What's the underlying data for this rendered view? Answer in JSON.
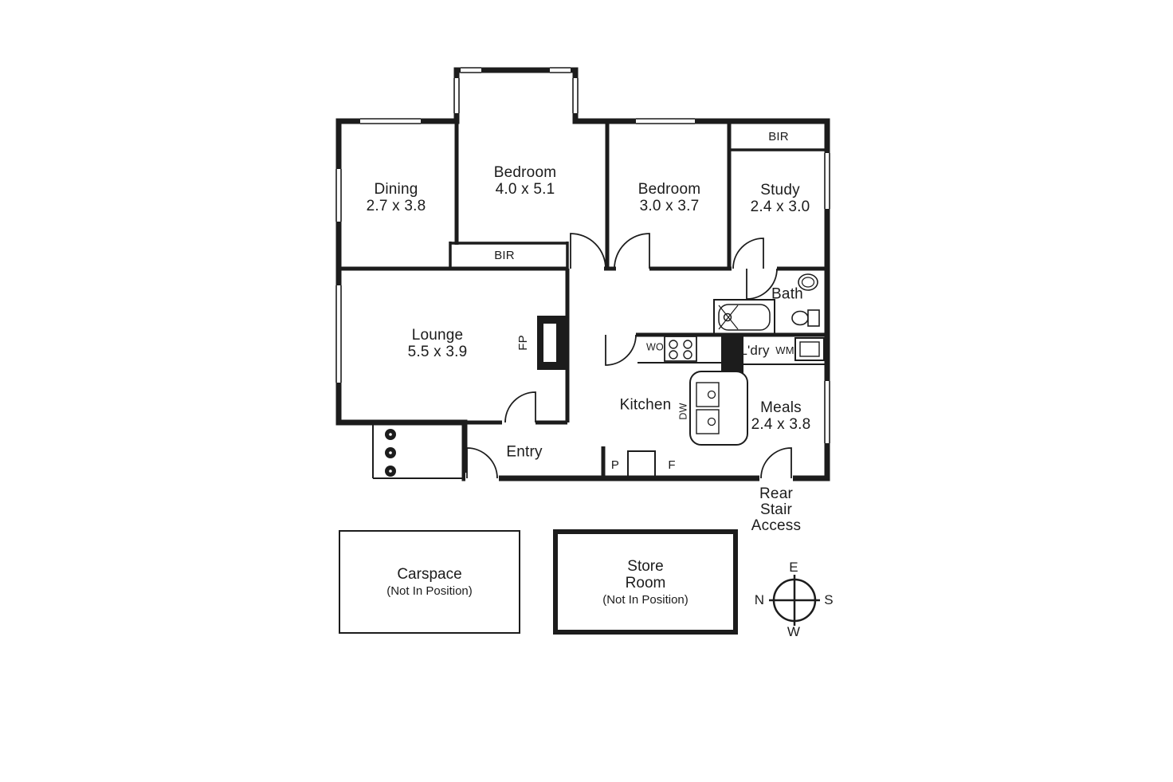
{
  "plan": {
    "rooms": {
      "dining": {
        "name": "Dining",
        "dims": "2.7 x 3.8"
      },
      "bedroom1": {
        "name": "Bedroom",
        "dims": "4.0 x 5.1"
      },
      "bedroom2": {
        "name": "Bedroom",
        "dims": "3.0 x 3.7"
      },
      "study": {
        "name": "Study",
        "dims": "2.4 x 3.0"
      },
      "lounge": {
        "name": "Lounge",
        "dims": "5.5 x 3.9"
      },
      "kitchen": {
        "name": "Kitchen"
      },
      "meals": {
        "name": "Meals",
        "dims": "2.4 x 3.8"
      },
      "bath": {
        "name": "Bath"
      },
      "entry": {
        "name": "Entry"
      }
    },
    "features": {
      "bir_top": "BIR",
      "bir_bedroom": "BIR",
      "laundry": "L'dry",
      "washing_machine": "WM",
      "wall_oven": "WO",
      "dishwasher": "DW",
      "fireplace": "FP",
      "pantry": "P",
      "fridge": "F",
      "rear_stair_access": "Rear Stair Access"
    },
    "outbuildings": {
      "carspace": {
        "name": "Carspace",
        "note": "(Not In Position)"
      },
      "store_room": {
        "name": "Store Room",
        "note": "(Not In Position)"
      }
    },
    "compass": {
      "top": "E",
      "right": "S",
      "bottom": "W",
      "left": "N"
    },
    "colors": {
      "wall": "#1c1c1c",
      "background": "#ffffff"
    }
  }
}
